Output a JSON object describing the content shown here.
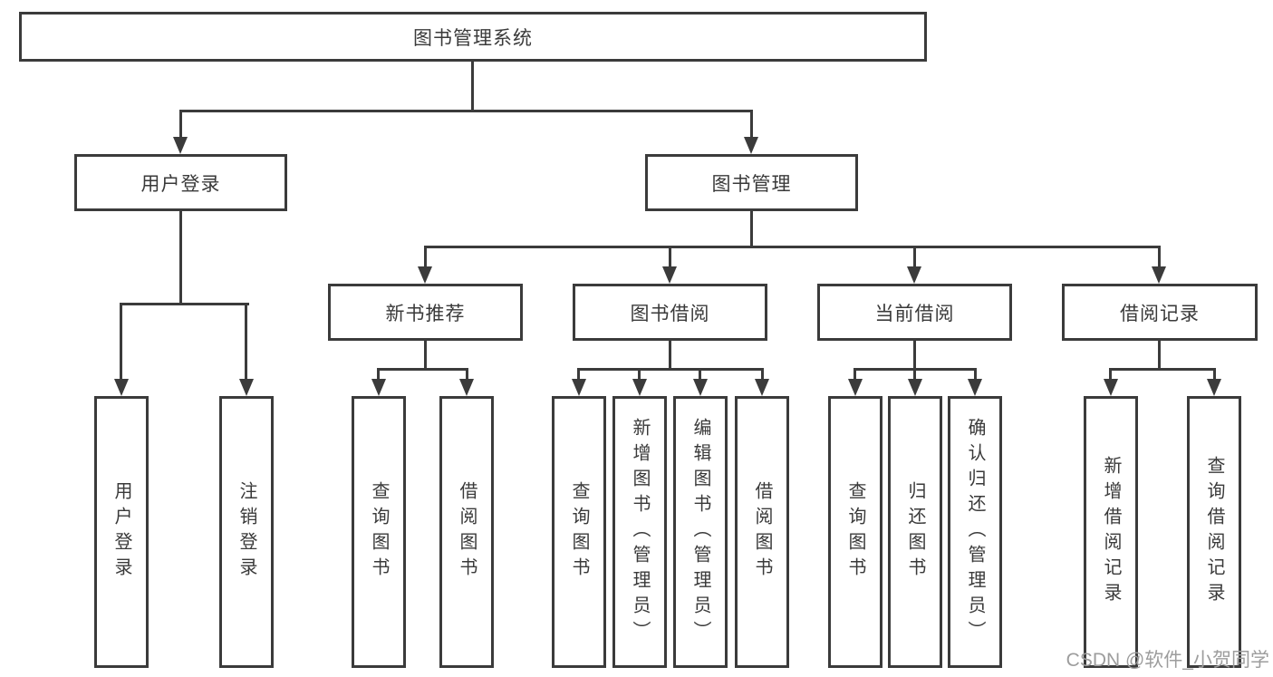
{
  "diagram_type": "hierarchy-tree",
  "watermark": {
    "text": "CSDN @软件_小贺同学"
  },
  "colors": {
    "line": "#3b3b3b",
    "text": "#3a3a3a",
    "background": "#ffffff",
    "watermark": "#9d9d9d"
  },
  "tree": {
    "label": "图书管理系统",
    "children": [
      {
        "label": "用户登录",
        "children": [
          {
            "label": "用户登录"
          },
          {
            "label": "注销登录"
          }
        ]
      },
      {
        "label": "图书管理",
        "children": [
          {
            "label": "新书推荐",
            "children": [
              {
                "label": "查询图书"
              },
              {
                "label": "借阅图书"
              }
            ]
          },
          {
            "label": "图书借阅",
            "children": [
              {
                "label": "查询图书"
              },
              {
                "label": "新增图书（管理员）"
              },
              {
                "label": "编辑图书（管理员）"
              },
              {
                "label": "借阅图书"
              }
            ]
          },
          {
            "label": "当前借阅",
            "children": [
              {
                "label": "查询图书"
              },
              {
                "label": "归还图书"
              },
              {
                "label": "确认归还（管理员）"
              }
            ]
          },
          {
            "label": "借阅记录",
            "children": [
              {
                "label": "新增借阅记录"
              },
              {
                "label": "查询借阅记录"
              }
            ]
          }
        ]
      }
    ]
  }
}
